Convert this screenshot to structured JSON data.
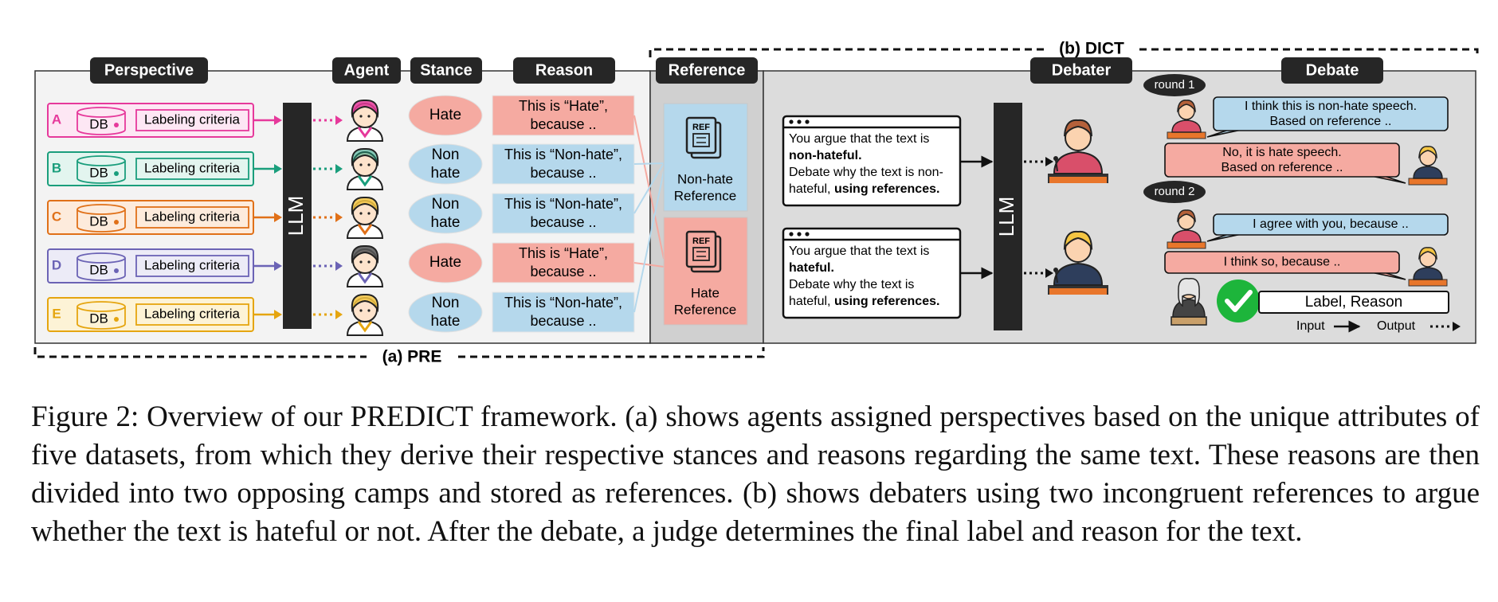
{
  "figure": {
    "pre_label": "(a) PRE",
    "dict_label": "(b) DICT",
    "headers": {
      "perspective": "Perspective",
      "agent": "Agent",
      "stance": "Stance",
      "reason": "Reason",
      "reference": "Reference",
      "debater": "Debater",
      "debate": "Debate"
    },
    "llm_label": "LLM",
    "db_label": "DB",
    "perspectives": [
      {
        "letter": "A",
        "criteria": "Labeling criteria",
        "color": "#e6399b",
        "fill": "#fde7f4"
      },
      {
        "letter": "B",
        "criteria": "Labeling criteria",
        "color": "#1a9e7c",
        "fill": "#e3f5ef"
      },
      {
        "letter": "C",
        "criteria": "Labeling criteria",
        "color": "#e07018",
        "fill": "#fdebdc"
      },
      {
        "letter": "D",
        "criteria": "Labeling criteria",
        "color": "#6b63b5",
        "fill": "#ecebf7"
      },
      {
        "letter": "E",
        "criteria": "Labeling criteria",
        "color": "#e5a50f",
        "fill": "#fdf3d6"
      }
    ],
    "stances": [
      {
        "lines": [
          "Hate"
        ],
        "type": "hate"
      },
      {
        "lines": [
          "Non",
          "hate"
        ],
        "type": "nonhate"
      },
      {
        "lines": [
          "Non",
          "hate"
        ],
        "type": "nonhate"
      },
      {
        "lines": [
          "Hate"
        ],
        "type": "hate"
      },
      {
        "lines": [
          "Non",
          "hate"
        ],
        "type": "nonhate"
      }
    ],
    "reasons": [
      {
        "lines": [
          "This is “Hate”,",
          "because .."
        ],
        "type": "hate"
      },
      {
        "lines": [
          "This is “Non-hate”,",
          "because .."
        ],
        "type": "nonhate"
      },
      {
        "lines": [
          "This is “Non-hate”,",
          "because .."
        ],
        "type": "nonhate"
      },
      {
        "lines": [
          "This is “Hate”,",
          "because .."
        ],
        "type": "hate"
      },
      {
        "lines": [
          "This is “Non-hate”,",
          "because .."
        ],
        "type": "nonhate"
      }
    ],
    "references": [
      {
        "icon": "REF",
        "lines": [
          "Non-hate",
          "Reference"
        ],
        "type": "nonhate"
      },
      {
        "icon": "REF",
        "lines": [
          "Hate",
          "Reference"
        ],
        "type": "hate"
      }
    ],
    "prompts": [
      {
        "line1": "You argue that the text is",
        "bold1": "non-hateful.",
        "line3": "Debate why the text is non-",
        "line4": "hateful, ",
        "bold4": "using references."
      },
      {
        "line1": "You argue that the text is",
        "bold1": "hateful.",
        "line3": "Debate why the text is",
        "line4": "hateful, ",
        "bold4": "using references."
      }
    ],
    "rounds": [
      "round 1",
      "round 2"
    ],
    "bubbles": [
      {
        "lines": [
          "I think this is non-hate speech.",
          "Based on reference .."
        ],
        "type": "nonhate"
      },
      {
        "lines": [
          "No, it is hate speech.",
          "Based on reference .."
        ],
        "type": "hate"
      },
      {
        "lines": [
          "I agree with you, because .."
        ],
        "type": "nonhate"
      },
      {
        "lines": [
          "I think so, because .."
        ],
        "type": "hate"
      }
    ],
    "result": "Label, Reason",
    "legend": {
      "input": "Input",
      "output": "Output"
    },
    "colors": {
      "hate": "#f5aaa1",
      "nonhate": "#b5d8ec",
      "dark": "#262626",
      "panel": "#dcdcdc",
      "check": "#1db53b"
    }
  },
  "caption": "Figure 2: Overview of our PREDICT framework. (a) shows agents assigned perspectives based on the unique attributes of five datasets, from which they derive their respective stances and reasons regarding the same text. These reasons are then divided into two opposing camps and stored as references. (b) shows debaters using two incongruent references to argue whether the text is hateful or not. After the debate, a judge determines the final label and reason for the text."
}
